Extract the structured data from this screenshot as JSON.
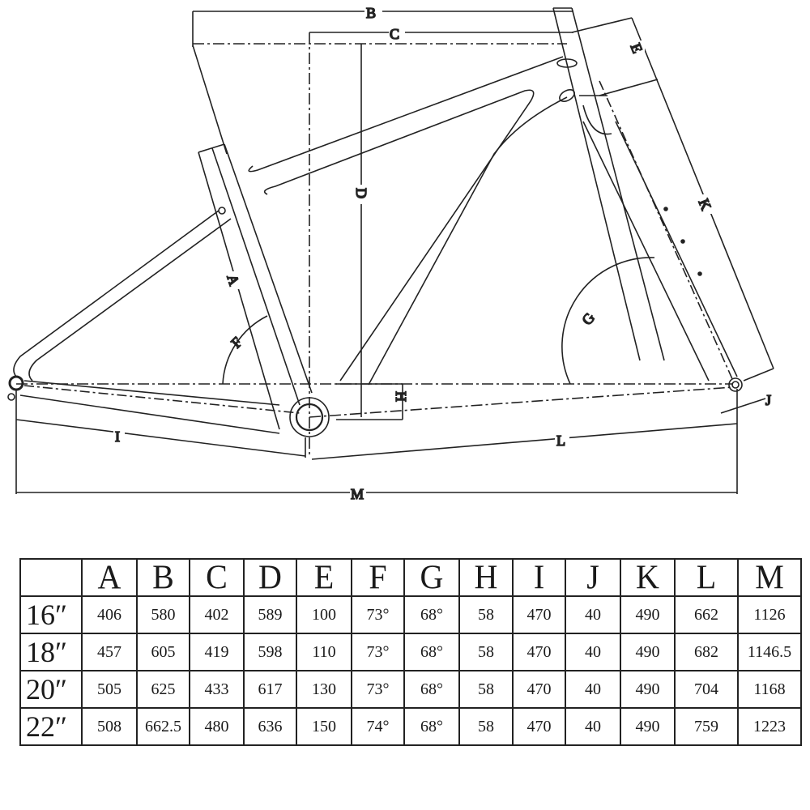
{
  "diagram": {
    "title": "Bicycle frame geometry drawing",
    "dimension_labels": [
      "A",
      "B",
      "C",
      "D",
      "E",
      "F",
      "G",
      "H",
      "I",
      "J",
      "K",
      "L",
      "M"
    ]
  },
  "table": {
    "columns": [
      "",
      "A",
      "B",
      "C",
      "D",
      "E",
      "F",
      "G",
      "H",
      "I",
      "J",
      "K",
      "L",
      "M"
    ],
    "rows": [
      {
        "size": "16″",
        "values": [
          "406",
          "580",
          "402",
          "589",
          "100",
          "73°",
          "68°",
          "58",
          "470",
          "40",
          "490",
          "662",
          "1126"
        ]
      },
      {
        "size": "18″",
        "values": [
          "457",
          "605",
          "419",
          "598",
          "110",
          "73°",
          "68°",
          "58",
          "470",
          "40",
          "490",
          "682",
          "1146.5"
        ]
      },
      {
        "size": "20″",
        "values": [
          "505",
          "625",
          "433",
          "617",
          "130",
          "73°",
          "68°",
          "58",
          "470",
          "40",
          "490",
          "704",
          "1168"
        ]
      },
      {
        "size": "22″",
        "values": [
          "508",
          "662.5",
          "480",
          "636",
          "150",
          "74°",
          "68°",
          "58",
          "470",
          "40",
          "490",
          "759",
          "1223"
        ]
      }
    ]
  }
}
